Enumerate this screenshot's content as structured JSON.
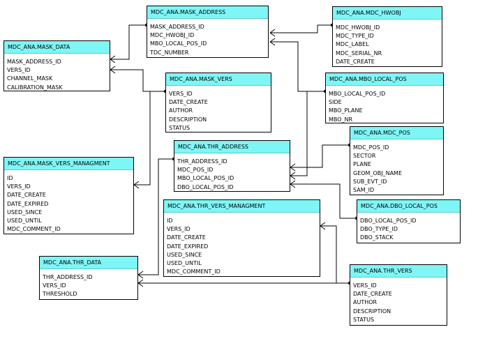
{
  "diagram": {
    "colors": {
      "header": "#7ff6f6",
      "line": "#000000",
      "background": "#ffffff"
    },
    "tables": {
      "mask_address": {
        "title": "MDC_ANA.MASK_ADDRESS",
        "columns": [
          "MASK_ADDRESS_ID",
          "MDC_HWOBJ_ID",
          "MBO_LOCAL_POS_ID",
          "TDC_NUMBER"
        ]
      },
      "mdc_hwobj": {
        "title": "MDC_ANA.MDC_HWOBJ",
        "columns": [
          "MDC_HWOBJ_ID",
          "MDC_TYPE_ID",
          "MDC_LABEL",
          "MDC_SERIAL_NR",
          "DATE_CREATE"
        ]
      },
      "mask_data": {
        "title": "MDC_ANA.MASK_DATA",
        "columns": [
          "MASK_ADDRESS_ID",
          "VERS_ID",
          "CHANNEL_MASK",
          "CALIBRATION_MASK"
        ]
      },
      "mask_vers": {
        "title": "MDC_ANA.MASK_VERS",
        "columns": [
          "VERS_ID",
          "DATE_CREATE",
          "AUTHOR",
          "DESCRIPTION",
          "STATUS"
        ]
      },
      "mbo_local_pos": {
        "title": "MDC_ANA.MBO_LOCAL_POS",
        "columns": [
          "MBO_LOCAL_POS_ID",
          "SIDE",
          "MBO_PLANE",
          "MBO_NR"
        ]
      },
      "mdc_pos": {
        "title": "MDC_ANA.MDC_POS",
        "columns": [
          "MDC_POS_ID",
          "SECTOR",
          "PLANE",
          "GEOM_OBJ_NAME",
          "SUB_EVT_ID",
          "SAM_ID"
        ]
      },
      "thr_address": {
        "title": "MDC_ANA.THR_ADDRESS",
        "columns": [
          "THR_ADDRESS_ID",
          "MDC_POS_ID",
          "MBO_LOCAL_POS_ID",
          "DBO_LOCAL_POS_ID"
        ]
      },
      "mask_vers_managment": {
        "title": "MDC_ANA.MASK_VERS_MANAGMENT",
        "columns": [
          "ID",
          "VERS_ID",
          "DATE_CREATE",
          "DATE_EXPIRED",
          "USED_SINCE",
          "USED_UNTIL",
          "MDC_COMMENT_ID"
        ]
      },
      "dbo_local_pos": {
        "title": "MDC_ANA.DBO_LOCAL_POS",
        "columns": [
          "DBO_LOCAL_POS_ID",
          "DBO_TYPE_ID",
          "DBO_STACK"
        ]
      },
      "thr_vers_managment": {
        "title": "MDC_ANA.THR_VERS_MANAGMENT",
        "columns": [
          "ID",
          "VERS_ID",
          "DATE_CREATE",
          "DATE_EXPIRED",
          "USED_SINCE",
          "USED_UNTIL",
          "MDC_COMMENT_ID"
        ]
      },
      "thr_data": {
        "title": "MDC_ANA.THR_DATA",
        "columns": [
          "THR_ADDRESS_ID",
          "VERS_ID",
          "THRESHOLD"
        ]
      },
      "thr_vers": {
        "title": "MDC_ANA.THR_VERS",
        "columns": [
          "VERS_ID",
          "DATE_CREATE",
          "AUTHOR",
          "DESCRIPTION",
          "STATUS"
        ]
      }
    }
  }
}
